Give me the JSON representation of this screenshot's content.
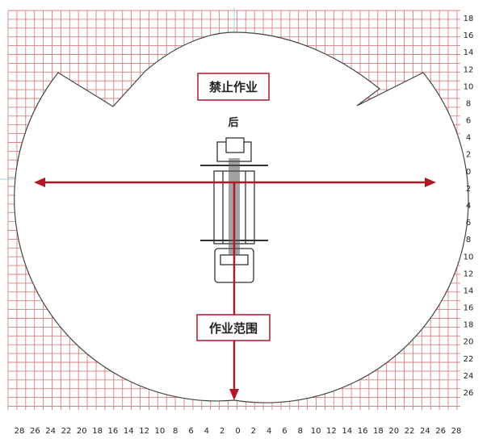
{
  "diagram": {
    "labels": {
      "forbidden": "禁止作业",
      "rear": "后",
      "working_range": "作业范围"
    },
    "x_ticks": [
      "28",
      "26",
      "24",
      "22",
      "20",
      "18",
      "16",
      "14",
      "12",
      "10",
      "8",
      "6",
      "4",
      "2",
      "0",
      "2",
      "4",
      "6",
      "8",
      "10",
      "12",
      "14",
      "16",
      "18",
      "20",
      "22",
      "24",
      "26",
      "28"
    ],
    "y_ticks": [
      "18",
      "16",
      "14",
      "12",
      "10",
      "8",
      "6",
      "4",
      "2",
      "0",
      "2",
      "4",
      "6",
      "8",
      "10",
      "12",
      "14",
      "16",
      "18",
      "20",
      "22",
      "24",
      "26"
    ],
    "colors": {
      "grid": "#d98080",
      "accent": "#b01828",
      "outline": "#444444",
      "axis_line": "#9ad7e6"
    }
  }
}
